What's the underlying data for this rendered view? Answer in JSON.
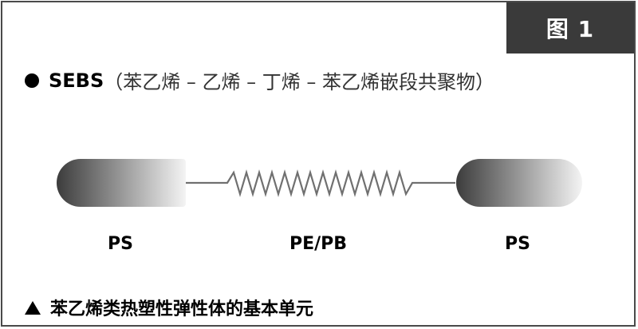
{
  "figure_tag": "图 1",
  "headline": {
    "abbr": "SEBS",
    "full": "（苯乙烯 – 乙烯 – 丁烯 – 苯乙烯嵌段共聚物）"
  },
  "segments": {
    "left": "PS",
    "middle": "PE/PB",
    "right": "PS"
  },
  "footnote": "苯乙烯类热塑性弹性体的基本单元",
  "colors": {
    "tab_bg": "#3a3a3a",
    "border": "#4a4a4a",
    "block_dark": "#3c3c3c",
    "block_light": "#f4f4f4",
    "spring": "#707070"
  },
  "icons": {
    "headline_bullet": "filled-circle-icon",
    "footnote_bullet": "filled-triangle-icon"
  }
}
